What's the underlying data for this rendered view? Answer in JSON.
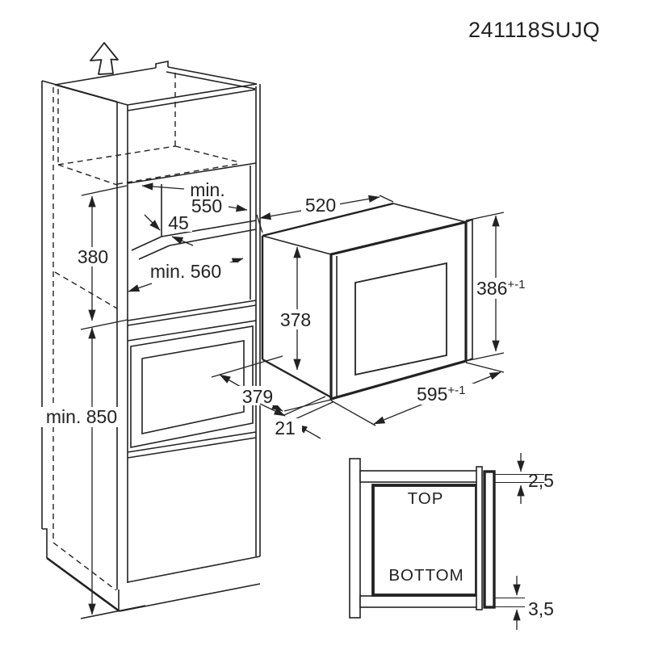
{
  "title_code": "241118SUJQ",
  "colors": {
    "background": "#ffffff",
    "line": "#222222"
  },
  "cabinet": {
    "niche_width_label_line1": "min.",
    "niche_width_label_line2": "550",
    "rear_gap_label": "45",
    "niche_height_label": "380",
    "niche_depth_label": "min. 560",
    "plinth_height_label": "min. 850"
  },
  "microwave": {
    "width_label": "520",
    "height_label": "378",
    "depth_label": "379",
    "frame_overhang_label": "21",
    "front_height_label": "386",
    "front_height_tolerance": "+-1",
    "front_width_label": "595",
    "front_width_tolerance": "+-1"
  },
  "section": {
    "top_label": "TOP",
    "bottom_label": "BOTTOM",
    "top_clearance_label": "2,5",
    "bottom_clearance_label": "3,5"
  }
}
